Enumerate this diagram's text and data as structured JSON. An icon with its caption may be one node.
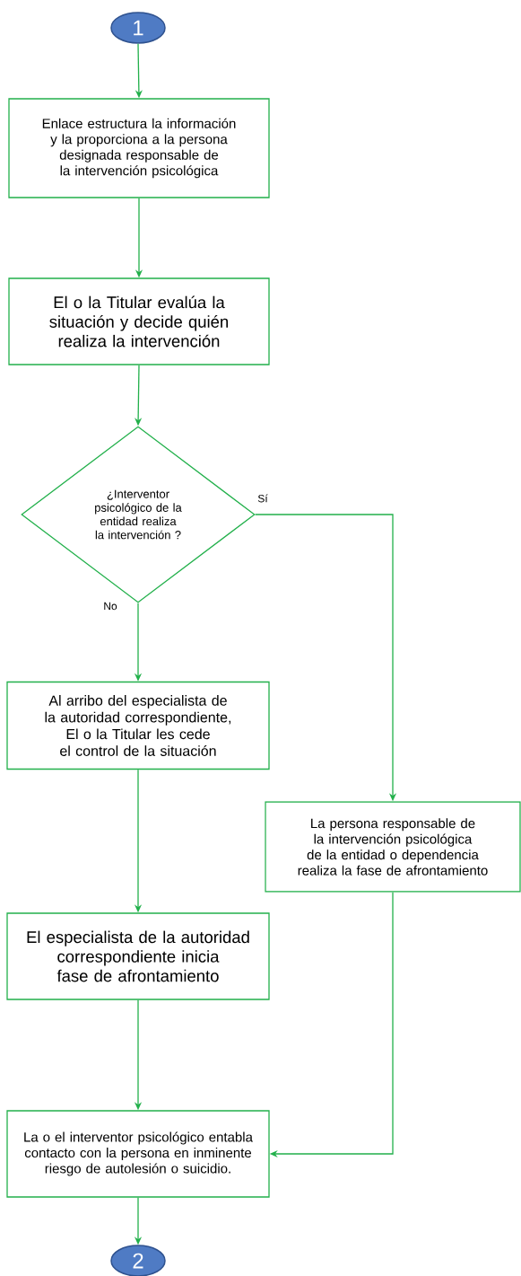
{
  "diagram": {
    "nodes": [
      {
        "text": [
          "1"
        ]
      },
      {
        "text": [
          "Enlace estructura la información y la proporciona a la persona designada responsable de la intervención psicológica"
        ]
      },
      {
        "text": [
          "El  o la Titular evalúa la situación y decide quién realiza la intervención"
        ]
      },
      {
        "text": [
          "¿Interventor psicológico de la entidad realiza la intervención ?"
        ]
      },
      {
        "text": [
          "Al arribo del especialista de la autoridad correspondiente, El  o la Titular les cede el control de la situación"
        ]
      },
      {
        "text": [
          "La persona responsable de la intervención psicológica de la entidad o dependencia realiza la fase de afrontamiento"
        ]
      },
      {
        "text": [
          "El especialista de la autoridad correspondiente inicia fase de afrontamiento"
        ]
      },
      {
        "text": [
          "La o el interventor psicológico entabla contacto con la persona en inminente riesgo de autolesión o suicidio."
        ]
      },
      {
        "text": [
          "2"
        ]
      }
    ],
    "edges": [
      {
        "from": 0,
        "to": 1,
        "arrow": "to"
      },
      {
        "from": 1,
        "to": 2,
        "arrow": "to"
      },
      {
        "from": 2,
        "to": 3,
        "arrow": "to"
      },
      {
        "from": 3,
        "to": 4,
        "arrow": "to",
        "label": "No"
      },
      {
        "from": 3,
        "to": 5,
        "arrow": "to",
        "label": "Sí"
      },
      {
        "from": 4,
        "to": 6,
        "arrow": "to"
      },
      {
        "from": 6,
        "to": 7,
        "arrow": "to"
      },
      {
        "from": 5,
        "to": 7,
        "arrow": "to"
      },
      {
        "from": 7,
        "to": 8,
        "arrow": "to"
      }
    ]
  }
}
